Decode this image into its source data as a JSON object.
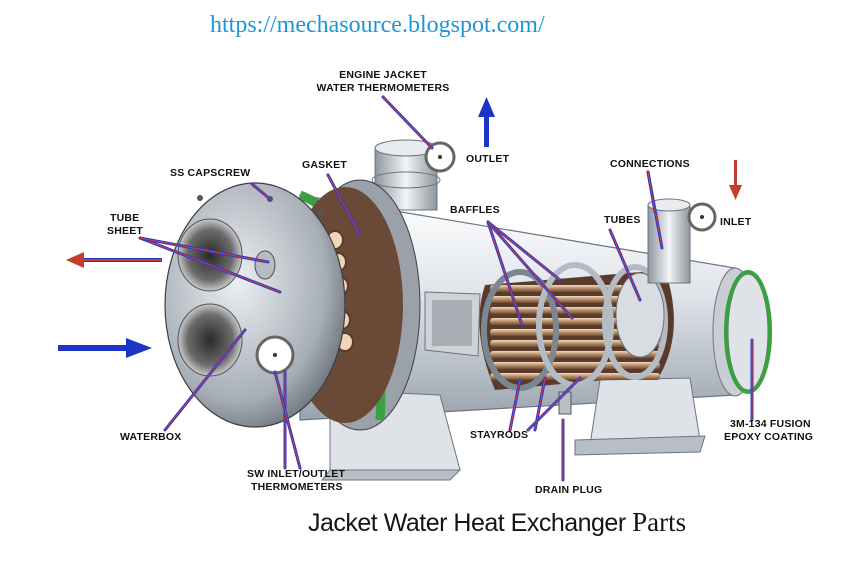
{
  "site_url": "https://mechasource.blogspot.com/",
  "caption_main": "Jacket Water Heat Exchanger",
  "caption_tail": "Parts",
  "labels": {
    "engine_jacket_1": "ENGINE JACKET",
    "engine_jacket_2": "WATER THERMOMETERS",
    "outlet": "OUTLET",
    "connections": "CONNECTIONS",
    "inlet": "INLET",
    "ss_capscrew": "SS CAPSCREW",
    "gasket": "GASKET",
    "tube_sheet_1": "TUBE",
    "tube_sheet_2": "SHEET",
    "baffles": "BAFFLES",
    "tubes": "TUBES",
    "waterbox": "WATERBOX",
    "stayrods": "STAYRODS",
    "fusion_1": "3M-134 FUSION",
    "fusion_2": "EPOXY COATING",
    "sw_1": "SW INLET/OUTLET",
    "sw_2": "THERMOMETERS",
    "drain_plug": "DRAIN PLUG"
  },
  "colors": {
    "url": "#1e96d6",
    "leader": "#2b3cc7",
    "leader_inner": "#d83a3a",
    "gasket": "#3aa040",
    "shell": "#e4e8ec"
  }
}
